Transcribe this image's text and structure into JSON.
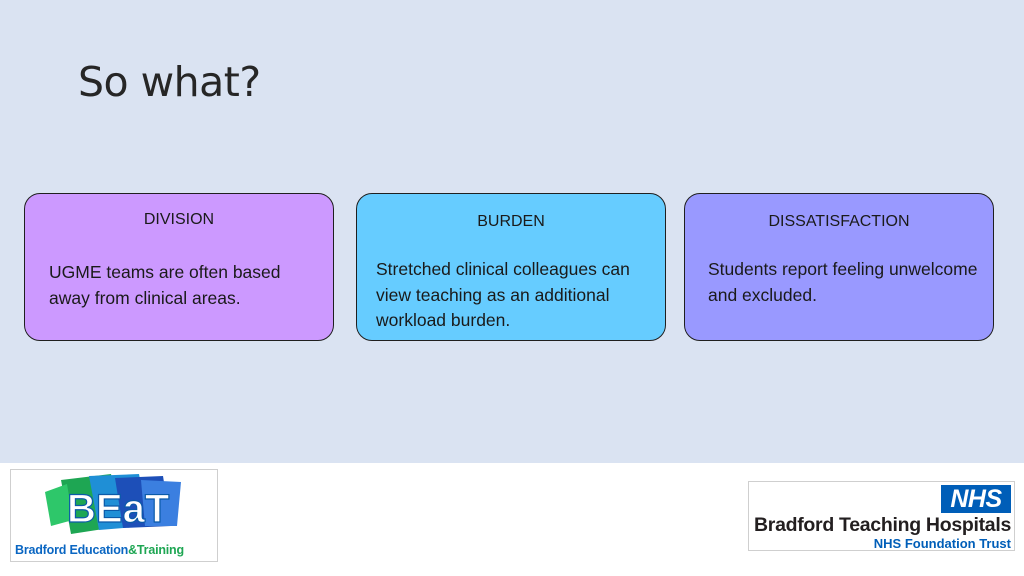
{
  "slide": {
    "title": "So what?"
  },
  "cards": [
    {
      "heading": "DIVISION",
      "body": "UGME teams are often based away from clinical areas.",
      "color": "#cc99ff"
    },
    {
      "heading": "BURDEN",
      "body": "Stretched clinical colleagues can view teaching as an additional workload burden.",
      "color": "#66ccff"
    },
    {
      "heading": "DISSATISFACTION",
      "body": "Students report feeling unwelcome and excluded.",
      "color": "#9999ff"
    }
  ],
  "logos": {
    "beat": {
      "mark": "BEaT",
      "caption_part1": "Bradford Education",
      "caption_part2": "&Training"
    },
    "nhs": {
      "badge": "NHS",
      "organisation": "Bradford Teaching Hospitals",
      "trust": "NHS Foundation Trust",
      "brand_color": "#005eb8"
    }
  },
  "colors": {
    "slide_background": "#dae3f2"
  }
}
